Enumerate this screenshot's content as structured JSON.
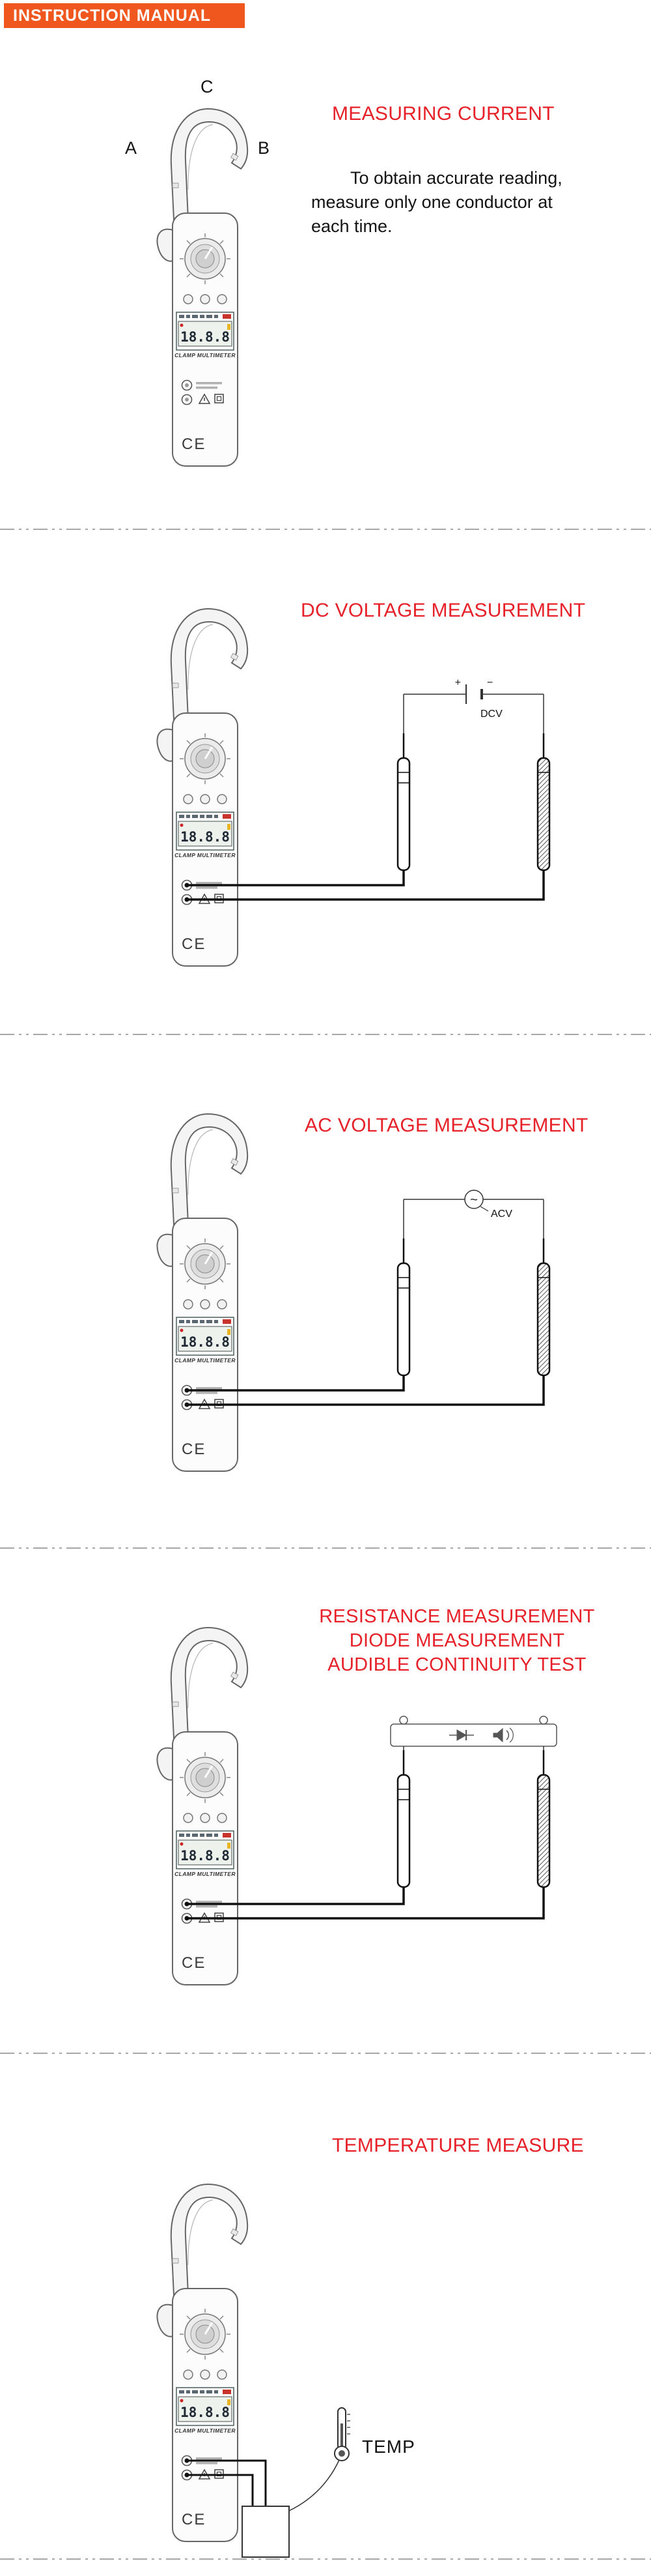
{
  "page": {
    "header_label": "INSTRUCTION MANUAL",
    "colors": {
      "header_bg": "#f0571f",
      "title_red": "#e62129",
      "wire": "#111111"
    }
  },
  "meter": {
    "display_value": "18.8.8",
    "brand_label": "CLAMP MULTIMETER",
    "ce_mark": "CE"
  },
  "sections": [
    {
      "title": "MEASURING CURRENT",
      "note_lines": [
        "To obtain accurate reading,",
        "measure only one conductor at",
        "each time."
      ],
      "clamp_labels": {
        "a": "A",
        "b": "B",
        "c": "C"
      }
    },
    {
      "title": "DC VOLTAGE MEASUREMENT",
      "source_label": "DCV",
      "polarity": {
        "plus": "+",
        "minus": "−"
      }
    },
    {
      "title": "AC VOLTAGE MEASUREMENT",
      "source_label": "ACV",
      "wave_symbol": "~"
    },
    {
      "title_lines": [
        "RESISTANCE MEASUREMENT",
        "DIODE MEASUREMENT",
        "AUDIBLE CONTINUITY TEST"
      ]
    },
    {
      "title": "TEMPERATURE MEASURE",
      "source_label": "TEMP"
    }
  ]
}
